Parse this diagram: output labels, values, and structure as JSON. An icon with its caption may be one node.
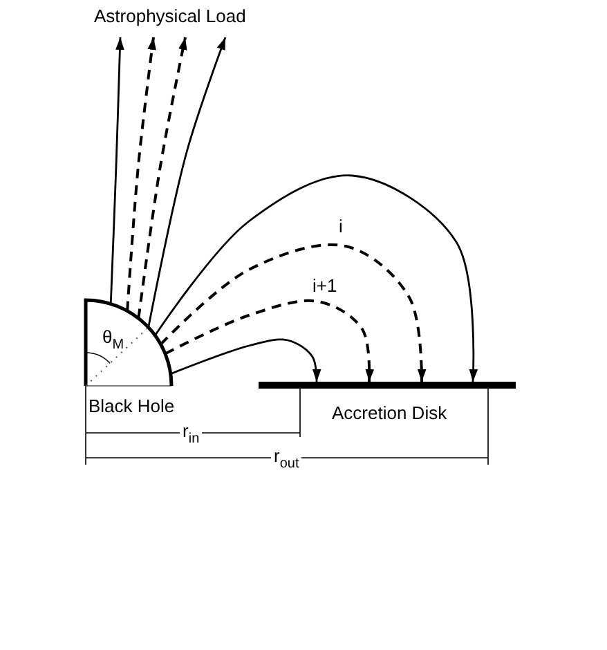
{
  "diagram": {
    "nodes": [
      {
        "text": [
          "Astrophysical Load"
        ]
      },
      {
        "text": [
          "Black Hole"
        ]
      },
      {
        "text": [
          "Accretion Disk"
        ]
      }
    ],
    "edges": [
      {
        "from": 1,
        "to": 0,
        "arrow": "to"
      },
      {
        "from": 1,
        "to": 0,
        "arrow": "to",
        "style": "dashed"
      },
      {
        "from": 1,
        "to": 0,
        "arrow": "to",
        "style": "dashed"
      },
      {
        "from": 1,
        "to": 0,
        "arrow": "to"
      },
      {
        "from": 1,
        "to": 2,
        "arrow": "to"
      },
      {
        "from": 1,
        "to": 2,
        "arrow": "to",
        "style": "dashed",
        "label": "i"
      },
      {
        "from": 1,
        "to": 2,
        "arrow": "to",
        "style": "dashed",
        "label": "i+1"
      },
      {
        "from": 1,
        "to": 2,
        "arrow": "to"
      }
    ],
    "labels": [
      "θ$_{M}$",
      "r$_{in}$",
      "r$_{out}$"
    ]
  }
}
